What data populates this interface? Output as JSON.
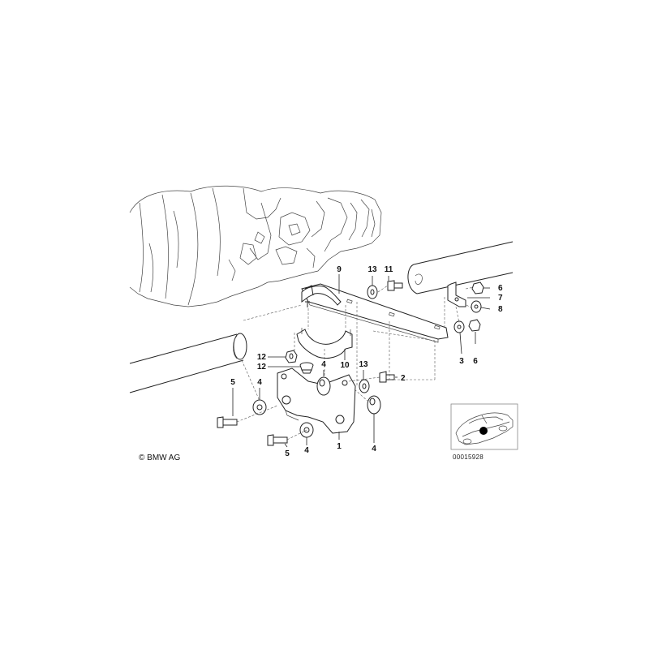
{
  "copyright": "© BMW AG",
  "diagram_ref": "00015928",
  "callouts": {
    "c1": "1",
    "c2": "2",
    "c3": "3",
    "c4a": "4",
    "c4b": "4",
    "c4c": "4",
    "c4d": "4",
    "c5a": "5",
    "c5b": "5",
    "c6a": "6",
    "c6b": "6",
    "c7": "7",
    "c8": "8",
    "c9": "9",
    "c10": "10",
    "c11": "11",
    "c12a": "12",
    "c12b": "12",
    "c13a": "13",
    "c13b": "13"
  }
}
